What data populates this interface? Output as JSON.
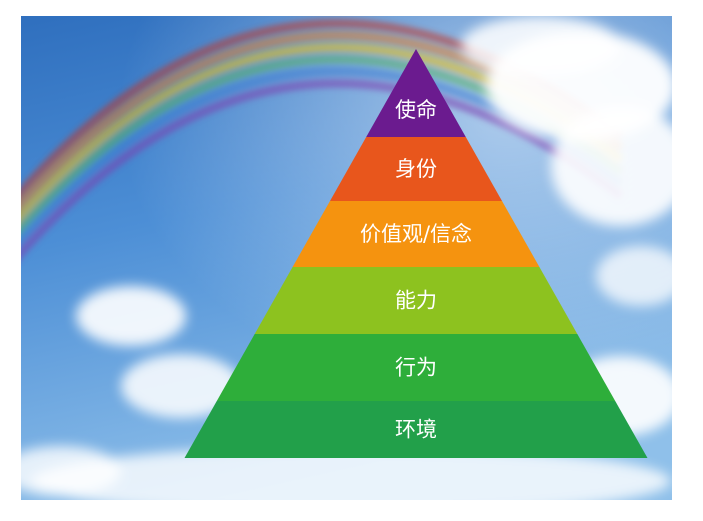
{
  "pyramid": {
    "levels": [
      {
        "label": "使命",
        "color": "#6b1b8f"
      },
      {
        "label": "身份",
        "color": "#e8561c"
      },
      {
        "label": "价值观/信念",
        "color": "#f5930f"
      },
      {
        "label": "能力",
        "color": "#8dc21f"
      },
      {
        "label": "行为",
        "color": "#2eae3a"
      },
      {
        "label": "环境",
        "color": "#22a04a"
      }
    ]
  }
}
